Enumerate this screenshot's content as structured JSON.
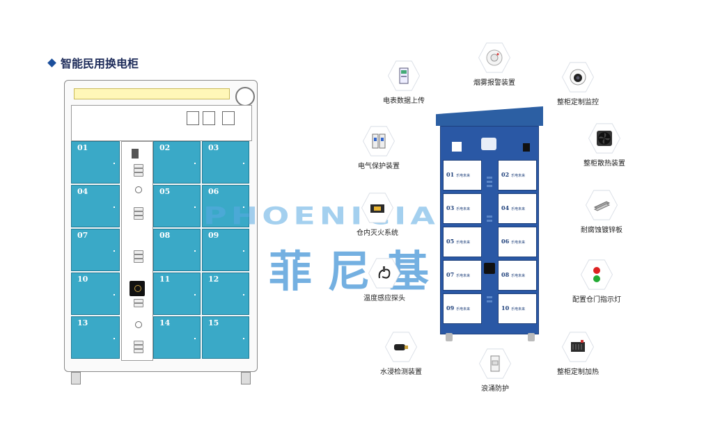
{
  "title": "智能民用换电柜",
  "watermark": {
    "english": "PHOENICIA",
    "chinese": "菲尼基"
  },
  "left_cabinet": {
    "doors": [
      "01",
      "02",
      "03",
      "04",
      "05",
      "06",
      "07",
      "08",
      "09",
      "10",
      "11",
      "12",
      "13",
      "14",
      "15"
    ]
  },
  "right_cabinet": {
    "brand_label": "乐电未来",
    "doors": [
      "01",
      "02",
      "03",
      "04",
      "05",
      "06",
      "07",
      "08",
      "09",
      "10"
    ]
  },
  "features": {
    "meter": "电表数据上传",
    "smoke": "烟雾报警装置",
    "monitor": "整柜定制监控",
    "electric": "电气保护装置",
    "cooling": "整柜散热装置",
    "fire": "仓内灭火系统",
    "plate": "耐腐蚀镀锌板",
    "temp": "温度感应探头",
    "indicator": "配置仓门指示灯",
    "water": "水浸检测装置",
    "surge": "浪涌防护",
    "heating": "整柜定制加热"
  }
}
